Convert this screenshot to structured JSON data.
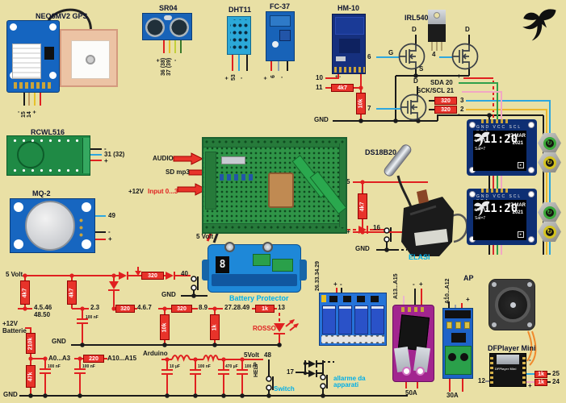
{
  "parts": {
    "gps": {
      "title": "NEO6MV2 GPS",
      "p1": "-",
      "p2": "15",
      "p3": "14",
      "p4": "+"
    },
    "sr04": {
      "title": "SR04",
      "p1": "+",
      "p2": "36 (38)",
      "p3": "37 (39)",
      "p4": "-"
    },
    "dht11": {
      "title": "DHT11",
      "p1": "+",
      "p2": "53",
      "p3": "-"
    },
    "fc37": {
      "title": "FC-37",
      "p1": "+",
      "p2": "6",
      "p3": "-"
    },
    "hm10": {
      "title": "HM-10",
      "pm": "+ -",
      "p10": "10",
      "p11": "11"
    },
    "irl": {
      "title": "IRL540",
      "g": "G",
      "d": "D",
      "s": "S",
      "p4": "4",
      "p6": "6",
      "p7": "7"
    },
    "bus": {
      "plus": "+",
      "sda": "SDA 20",
      "scl": "SCK/SCL 21",
      "p3": "3",
      "p2": "2",
      "minus": "-"
    },
    "oled": {
      "time": "11:20",
      "date": "27 MAR",
      "year": "2021",
      "utc": "UTC+1",
      "sat": "Sat=7",
      "silk": "GND VCC SCL SDA",
      "icon": "▸"
    },
    "rcwl": {
      "title": "RCWL516",
      "p1": "-",
      "p2": "31 (32)",
      "p3": "+"
    },
    "mq2": {
      "title": "MQ-2",
      "p1": "49",
      "p2": "-",
      "p3": "+"
    },
    "board": {
      "audio": "AUDIO",
      "sd": "SD mp3",
      "v12": "+12V",
      "input": "Input 0...3",
      "v5": "5 Volt"
    },
    "ds18": {
      "title": "DS18B20",
      "p5": "5",
      "plus": "+"
    },
    "elasi": {
      "title": "ELASI",
      "p16": "16"
    },
    "bp": {
      "title": "Battery Protector",
      "digit": "8",
      "p40": "40"
    },
    "relay": {
      "pins": "26.33.34.29",
      "plus": "+",
      "minus": "-"
    },
    "s50": {
      "pins": "A13...A15",
      "plus": "+",
      "minus": "-",
      "amp": "50A"
    },
    "s30": {
      "pins": "A10...A12",
      "ap": "AP",
      "plus": "+",
      "minus": "-",
      "amp": "30A"
    },
    "df": {
      "title": "DFPlayer Mini",
      "p12": "12",
      "p25": "25",
      "p24": "24",
      "plus": "+",
      "minus": "-"
    }
  },
  "ps": {
    "v5": "5 Volt",
    "pins1a": "4.5.46",
    "pins1b": "48.50",
    "pins2": "2.3",
    "pins3": "4.6.7",
    "pins4": "8.9",
    "pins5": "27.28.49",
    "p13": "13",
    "rosso": "ROSSO",
    "v12": "+12V",
    "batt": "Batterie",
    "a03": "A0...A3",
    "a1015": "A10...A15",
    "arduino": "Arduino",
    "v5b": "5Volt",
    "p48": "48",
    "help": "HELP",
    "sw": "Switch",
    "p17": "17",
    "alarm1": "allarme da",
    "alarm2": "apparati",
    "gnd": "GND"
  },
  "res": {
    "r4k7": "4k7",
    "r10k": "10k",
    "r320": "320",
    "r1k": "1k",
    "r220": "220",
    "r210k": "210k",
    "r47k": "47k"
  },
  "caps": {
    "c100n": "100 nF",
    "c10u": "10 µF",
    "c470u": "470 µF"
  }
}
